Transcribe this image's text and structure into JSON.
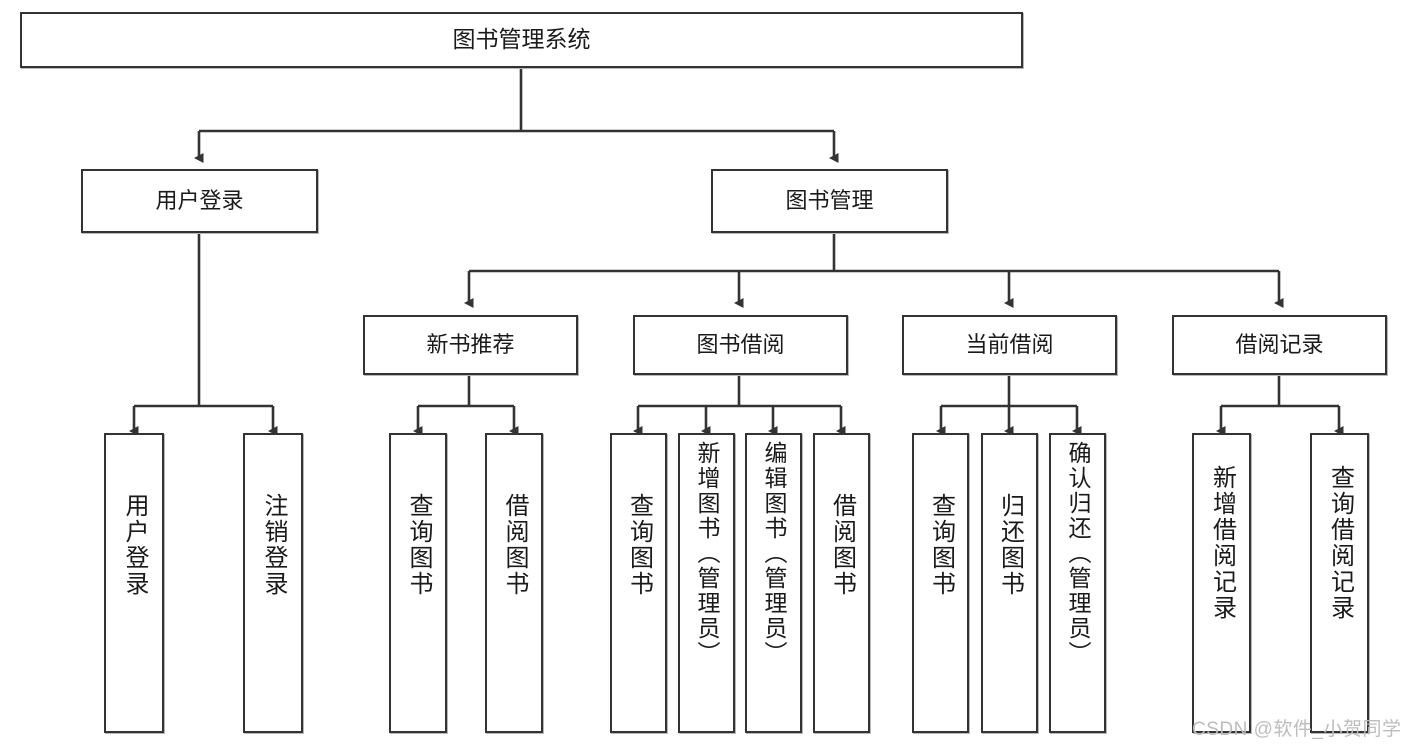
{
  "diagram": {
    "title": "图书管理系统",
    "type": "tree-hierarchy-diagram",
    "colors": {
      "box_border": "#333333",
      "box_fill": "#ffffff",
      "edge": "#333333",
      "text": "#1a1a1a",
      "watermark": "#bdbdbd"
    },
    "root": {
      "label": "图书管理系统"
    },
    "level2": [
      {
        "label": "用户登录"
      },
      {
        "label": "图书管理"
      }
    ],
    "level3": [
      {
        "label": "新书推荐"
      },
      {
        "label": "图书借阅"
      },
      {
        "label": "当前借阅"
      },
      {
        "label": "借阅记录"
      }
    ],
    "leaves": {
      "user_login": [
        {
          "label": "用户登录"
        },
        {
          "label": "注销登录"
        }
      ],
      "new_book_recommend": [
        {
          "label": "查询图书"
        },
        {
          "label": "借阅图书"
        }
      ],
      "book_borrow": [
        {
          "label": "查询图书"
        },
        {
          "label": "新增图书（管理员）"
        },
        {
          "label": "编辑图书（管理员）"
        },
        {
          "label": "借阅图书"
        }
      ],
      "current_borrow": [
        {
          "label": "查询图书"
        },
        {
          "label": "归还图书"
        },
        {
          "label": "确认归还（管理员）"
        }
      ],
      "borrow_record": [
        {
          "label": "新增借阅记录"
        },
        {
          "label": "查询借阅记录"
        }
      ]
    },
    "watermark": "CSDN @软件_小贺同学"
  }
}
